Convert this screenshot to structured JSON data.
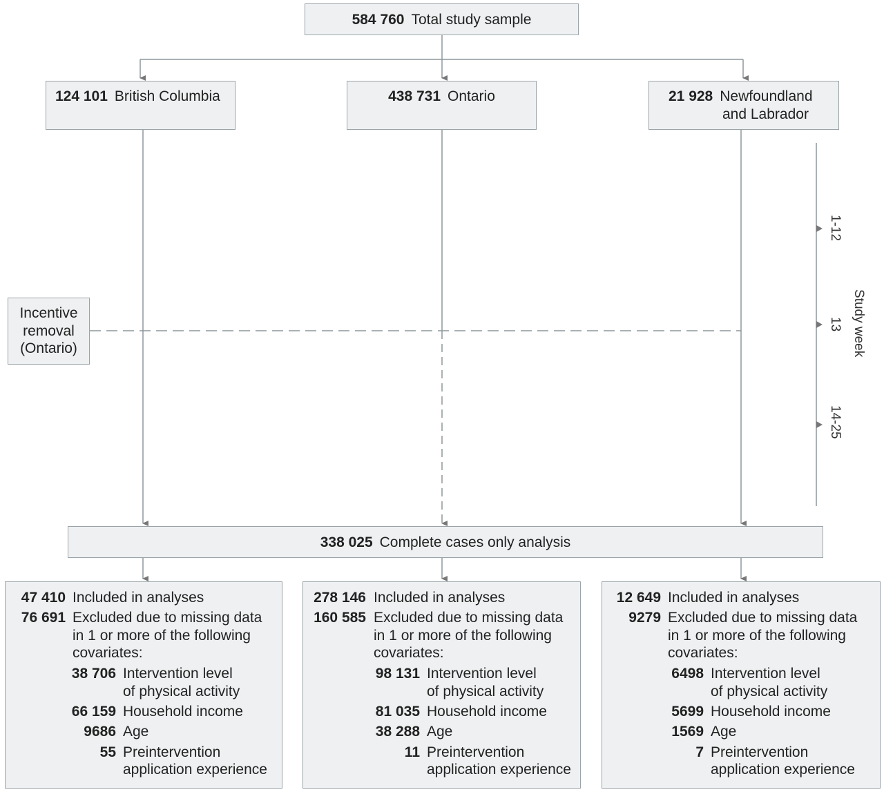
{
  "total": {
    "n": "584 760",
    "label": "Total study sample"
  },
  "provinces": [
    {
      "n": "124 101",
      "label": "British Columbia"
    },
    {
      "n": "438 731",
      "label": "Ontario"
    },
    {
      "n": "21 928",
      "label": "Newfoundland",
      "label2": "and Labrador"
    }
  ],
  "incentive": {
    "line1": "Incentive",
    "line2": "removal",
    "line3": "(Ontario)"
  },
  "study_week": {
    "title": "Study week",
    "w1": "1-12",
    "w2": "13",
    "w3": "14-25"
  },
  "complete": {
    "n": "338 025",
    "label": "Complete cases only analysis"
  },
  "outcome_labels": {
    "included": "Included in analyses",
    "excluded1": "Excluded due to missing data",
    "excluded2": "in 1 or more of the following",
    "excluded3": "covariates:",
    "intervention1": "Intervention level",
    "intervention2": "of physical activity",
    "income": "Household income",
    "age": "Age",
    "pre1": "Preintervention",
    "pre2": "application experience"
  },
  "outcomes": [
    {
      "included": "47 410",
      "excluded": "76 691",
      "intervention": "38 706",
      "income": "66 159",
      "age": "9686",
      "pre": "55"
    },
    {
      "included": "278 146",
      "excluded": "160 585",
      "intervention": "98 131",
      "income": "81 035",
      "age": "38 288",
      "pre": "11"
    },
    {
      "included": "12 649",
      "excluded": "9279",
      "intervention": "6498",
      "income": "5699",
      "age": "1569",
      "pre": "7"
    }
  ]
}
